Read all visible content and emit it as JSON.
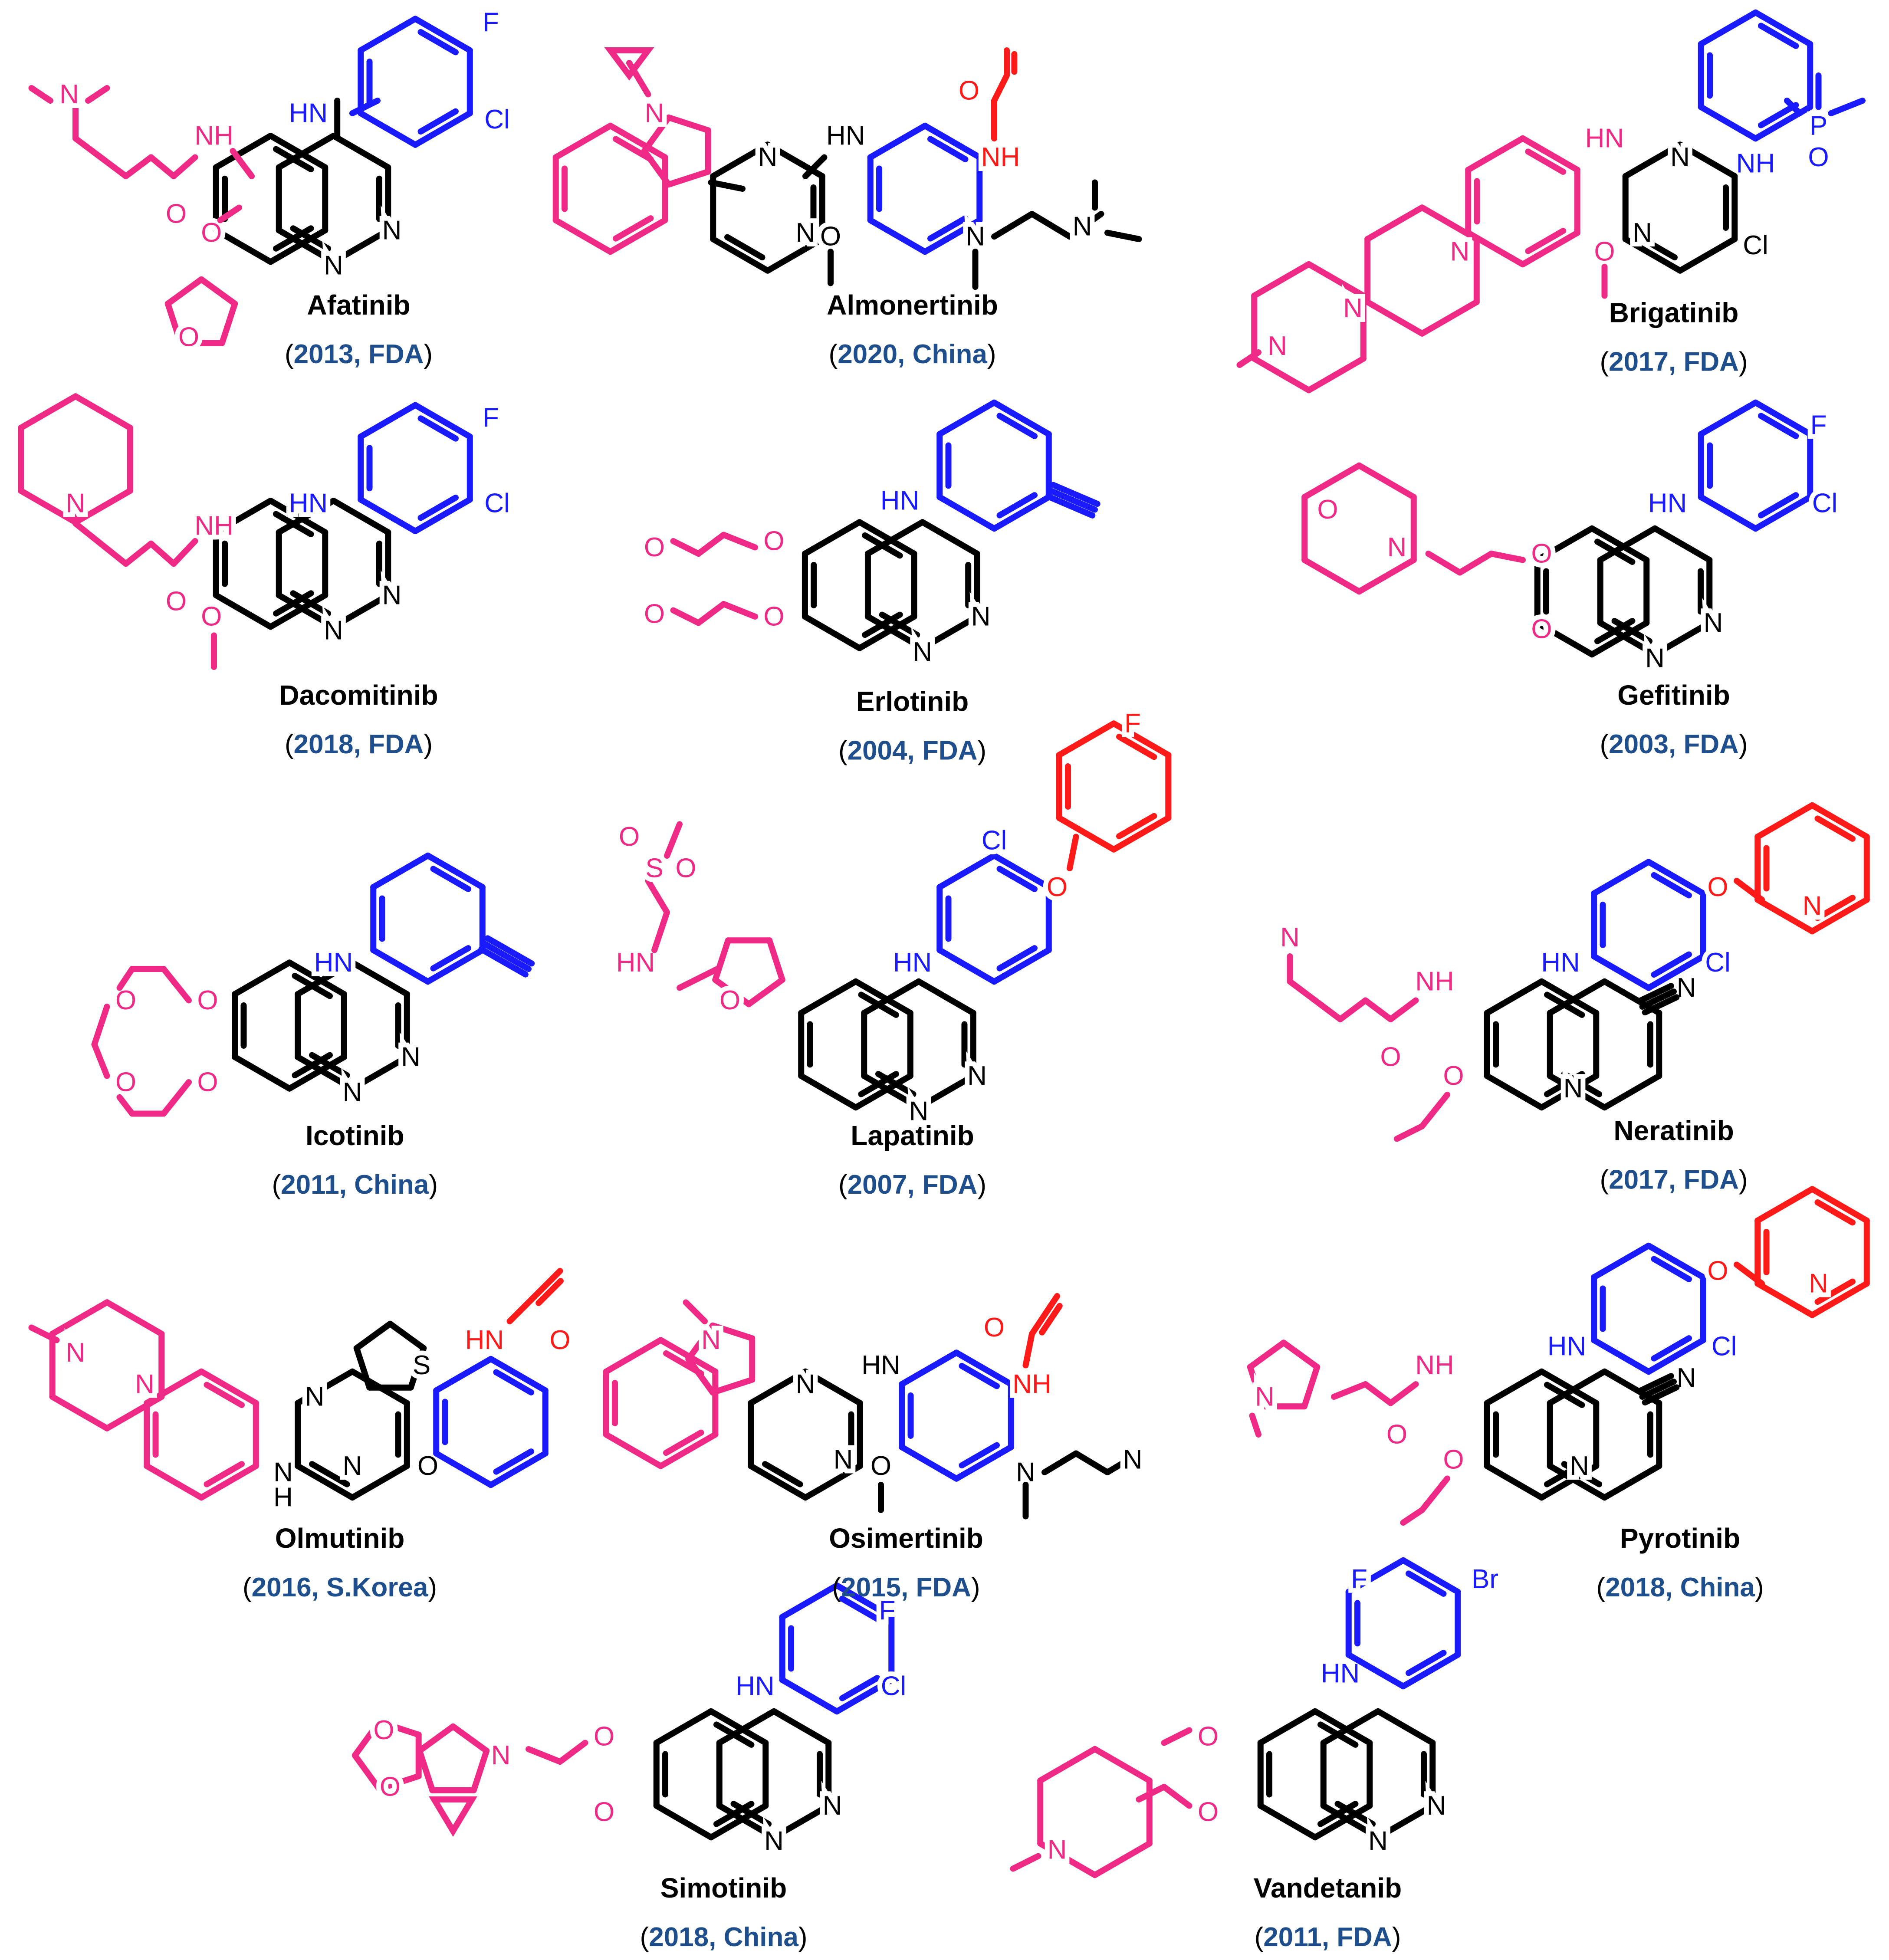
{
  "colors": {
    "core": "#000000",
    "substituent": "#ee2a86",
    "aryl": "#1a1aff",
    "warhead": "#ff1a1a",
    "approval": "#1f4e8c"
  },
  "drugs": [
    {
      "name": "Afatinib",
      "year": "2013",
      "agency": "FDA"
    },
    {
      "name": "Almonertinib",
      "year": "2020",
      "agency": "China"
    },
    {
      "name": "Brigatinib",
      "year": "2017",
      "agency": "FDA"
    },
    {
      "name": "Dacomitinib",
      "year": "2018",
      "agency": "FDA"
    },
    {
      "name": "Erlotinib",
      "year": "2004",
      "agency": "FDA"
    },
    {
      "name": "Gefitinib",
      "year": "2003",
      "agency": "FDA"
    },
    {
      "name": "Icotinib",
      "year": "2011",
      "agency": "China"
    },
    {
      "name": "Lapatinib",
      "year": "2007",
      "agency": "FDA"
    },
    {
      "name": "Neratinib",
      "year": "2017",
      "agency": "FDA"
    },
    {
      "name": "Olmutinib",
      "year": "2016",
      "agency": "S.Korea"
    },
    {
      "name": "Osimertinib",
      "year": "2015",
      "agency": "FDA"
    },
    {
      "name": "Pyrotinib",
      "year": "2018",
      "agency": "China"
    },
    {
      "name": "Simotinib",
      "year": "2018",
      "agency": "China"
    },
    {
      "name": "Vandetanib",
      "year": "2011",
      "agency": "FDA"
    }
  ],
  "atoms": {
    "N": "N",
    "O": "O",
    "S": "S",
    "F": "F",
    "Cl": "Cl",
    "Br": "Br",
    "P": "P",
    "H": "H",
    "NH": "NH",
    "HN": "HN",
    "CN": "N"
  }
}
